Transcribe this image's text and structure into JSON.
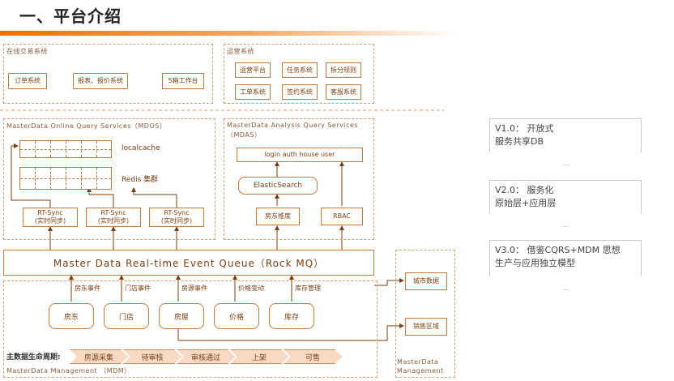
{
  "page": {
    "title": "一、平台介绍"
  },
  "upper_left": {
    "label": "在线交易系统",
    "boxes": [
      "订单系统",
      "报表、报价系统",
      "5箱工作台"
    ]
  },
  "upper_right": {
    "label": "运营系统",
    "boxes": [
      "运营平台",
      "任务系统",
      "拆分规则",
      "工单系统",
      "签约系统",
      "客服系统"
    ]
  },
  "mdos": {
    "label": "MasterData Online Query Services（MDOS）",
    "localcache": "localcache",
    "redis": "Redis 集群",
    "sync": [
      {
        "line1": "RT-Sync",
        "line2": "(实时同步)"
      },
      {
        "line1": "RT-Sync",
        "line2": "(实时同步)"
      },
      {
        "line1": "RT-Sync",
        "line2": "(实时同步)"
      }
    ]
  },
  "mdas": {
    "label_line1": "MasterData Analysis Query Services",
    "label_line2": "（MDAS）",
    "top_box": "login auth house user",
    "es": "ElasticSearch",
    "left_box": "房东维度",
    "right_box": "RBAC"
  },
  "queue": {
    "label": "Master  Data Real-time Event Queue（Rock MQ）"
  },
  "mdm": {
    "label": "MasterData Management （MDM）",
    "entities": [
      "房东",
      "门店",
      "房屋",
      "价格",
      "库存"
    ],
    "events": [
      "房东事件",
      "门店事件",
      "房源事件",
      "价格变动",
      "库存管理"
    ],
    "lifecycle_label": "主数据生命周期:",
    "lifecycle": [
      "房源采集",
      "待审核",
      "审核通过",
      "上架",
      "可售"
    ]
  },
  "right_group": {
    "boxes": [
      "城市数据",
      "销售区域"
    ],
    "label_line1": "MasterData",
    "label_line2": "Management"
  },
  "versions": [
    {
      "line1": "V1.0： 开放式",
      "line2": "服务共享DB"
    },
    {
      "line1": "V2.0： 服务化",
      "line2": "原始层+应用层"
    },
    {
      "line1": "V3.0： 借鉴CQRS+MDM 思想",
      "line2": "生产与应用独立模型"
    }
  ]
}
